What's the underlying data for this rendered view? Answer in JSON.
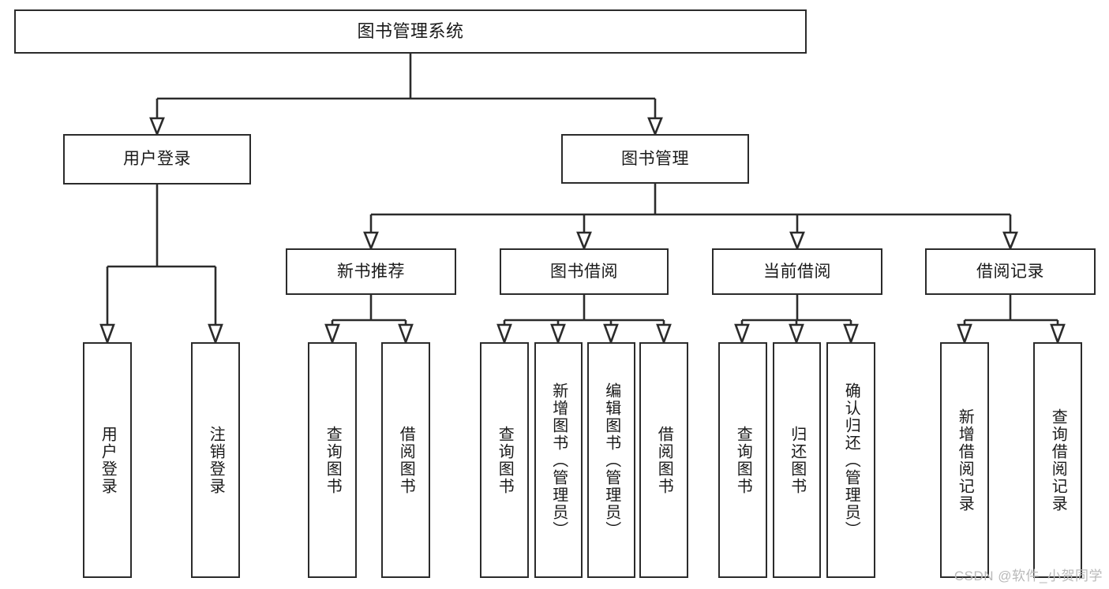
{
  "diagram": {
    "type": "tree-hierarchy-chart",
    "title": "图书管理系统",
    "watermark": "CSDN @软件_小贺同学",
    "colors": {
      "stroke": "#2b2b2b",
      "background": "#ffffff",
      "text": "#1a1a1a",
      "watermark": "#b9b9b9"
    },
    "levels": {
      "root": {
        "label": "图书管理系统"
      },
      "level2": [
        {
          "label": "用户登录"
        },
        {
          "label": "图书管理"
        }
      ],
      "level3": [
        {
          "label": "新书推荐"
        },
        {
          "label": "图书借阅"
        },
        {
          "label": "当前借阅"
        },
        {
          "label": "借阅记录"
        }
      ],
      "leaves": {
        "用户登录": [
          {
            "label": "用户登录"
          },
          {
            "label": "注销登录"
          }
        ],
        "新书推荐": [
          {
            "label": "查询图书"
          },
          {
            "label": "借阅图书"
          }
        ],
        "图书借阅": [
          {
            "label": "查询图书"
          },
          {
            "label": "新增图书（管理员）"
          },
          {
            "label": "编辑图书（管理员）"
          },
          {
            "label": "借阅图书"
          }
        ],
        "当前借阅": [
          {
            "label": "查询图书"
          },
          {
            "label": "归还图书"
          },
          {
            "label": "确认归还（管理员）"
          }
        ],
        "借阅记录": [
          {
            "label": "新增借阅记录"
          },
          {
            "label": "查询借阅记录"
          }
        ]
      }
    },
    "nodes": {
      "root": "图书管理系统",
      "n_user_login": "用户登录",
      "n_book_mgmt": "图书管理",
      "n_new_book_rec": "新书推荐",
      "n_book_borrow": "图书借阅",
      "n_current_borrow": "当前借阅",
      "n_borrow_record": "借阅记录",
      "leaf_user_login": "用户登录",
      "leaf_logout": "注销登录",
      "leaf_query_book_1": "查询图书",
      "leaf_borrow_book_1": "借阅图书",
      "leaf_query_book_2": "查询图书",
      "leaf_add_book_admin": "新增图书（管理员）",
      "leaf_edit_book_admin": "编辑图书（管理员）",
      "leaf_borrow_book_2": "借阅图书",
      "leaf_query_book_3": "查询图书",
      "leaf_return_book": "归还图书",
      "leaf_confirm_return_admin": "确认归还（管理员）",
      "leaf_add_borrow_record": "新增借阅记录",
      "leaf_query_borrow_record": "查询借阅记录"
    }
  }
}
